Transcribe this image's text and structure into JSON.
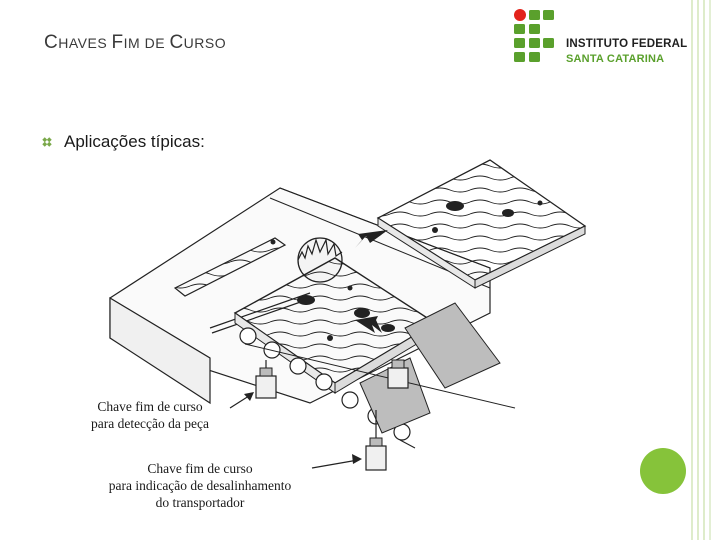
{
  "slide": {
    "title_parts": [
      {
        "text": "C",
        "size": "big"
      },
      {
        "text": "HAVES ",
        "size": "small"
      },
      {
        "text": "F",
        "size": "big"
      },
      {
        "text": "IM DE ",
        "size": "small"
      },
      {
        "text": "C",
        "size": "big"
      },
      {
        "text": "URSO",
        "size": "small"
      }
    ],
    "bullet": "Aplicações típicas:"
  },
  "logo": {
    "line1": "INSTITUTO FEDERAL",
    "line2": "SANTA CATARINA",
    "red": "#e3231b",
    "green": "#5aa02c"
  },
  "figure": {
    "caption1": [
      "Chave fim de curso",
      "para detecção da peça"
    ],
    "caption2": [
      "Chave fim de curso",
      "para indicação de desalinhamento",
      "do transportador"
    ]
  },
  "colors": {
    "accent_green": "#86c33a",
    "side_line": "#c7dfa8"
  }
}
